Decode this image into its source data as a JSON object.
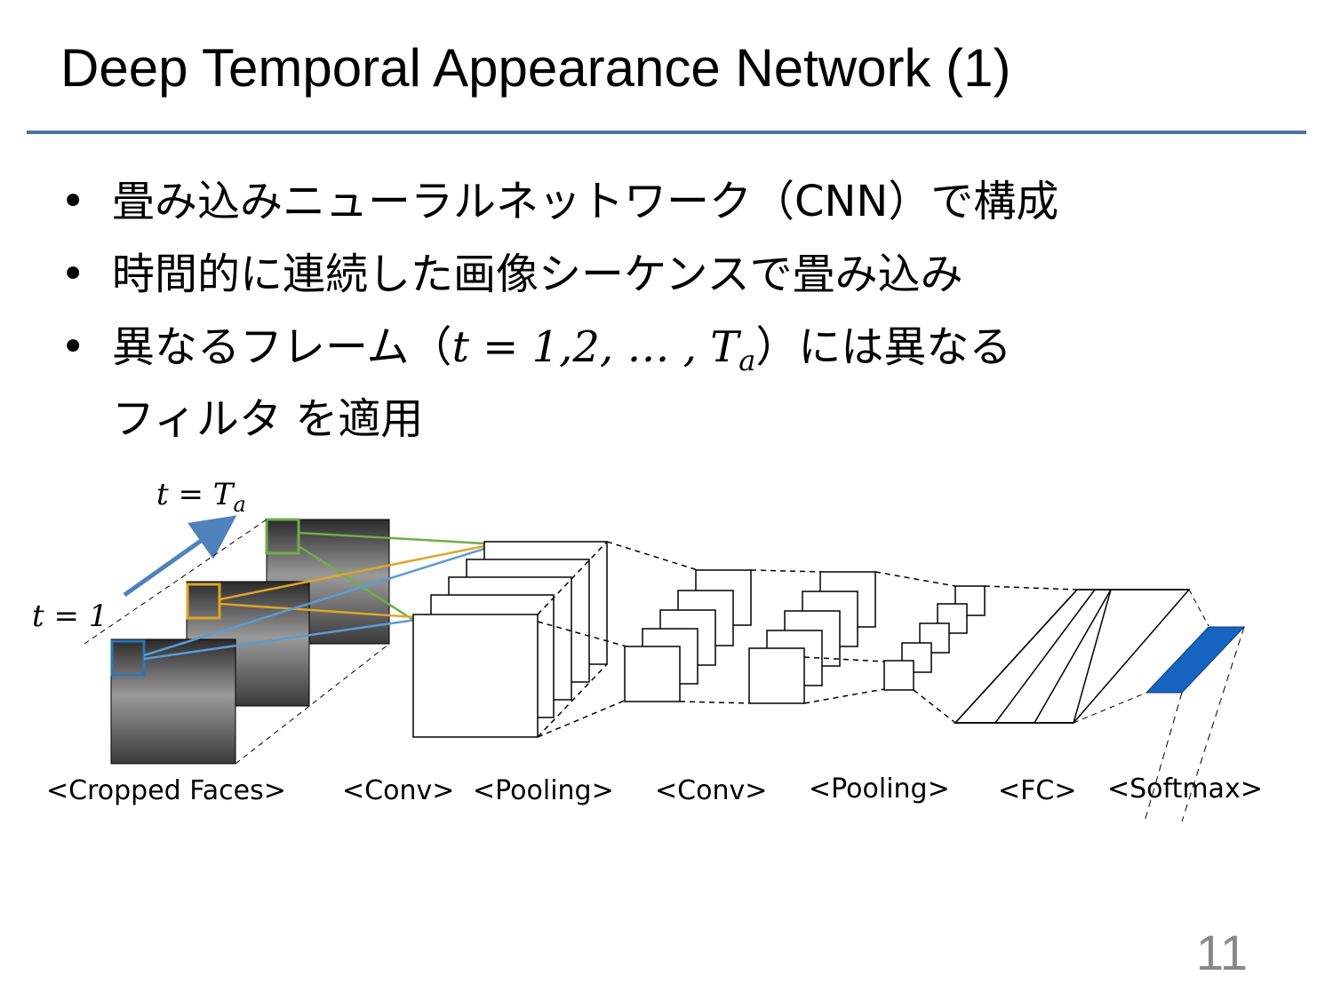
{
  "slide": {
    "title": "Deep Temporal Appearance Network (1)",
    "page_number": "11",
    "accent_color": "#4a6fa5"
  },
  "bullets": {
    "b1": "畳み込みニューラルネットワーク（CNN）で構成",
    "b2": "時間的に連続した画像シーケンスで畳み込み",
    "b3_prefix": "異なるフレーム（",
    "b3_math": "t = 1,2, … , T",
    "b3_math_sub": "a",
    "b3_suffix": "）には異なる",
    "b3_line2": "フィルタ を適用"
  },
  "diagram": {
    "label_t_end": "t = T",
    "label_t_end_sub": "a",
    "label_t_start": "t = 1",
    "stages": {
      "cropped_faces": "<Cropped Faces>",
      "conv1": "<Conv>",
      "pooling1": "<Pooling>",
      "conv2": "<Conv>",
      "pooling2": "<Pooling>",
      "fc": "<FC>",
      "softmax": "<Softmax>"
    },
    "colors": {
      "arrow": "#4f81bd",
      "frame_green": "#70ad47",
      "frame_orange": "#e0a526",
      "frame_blue": "#2e75b6",
      "softmax_fill": "#1565c0"
    }
  }
}
